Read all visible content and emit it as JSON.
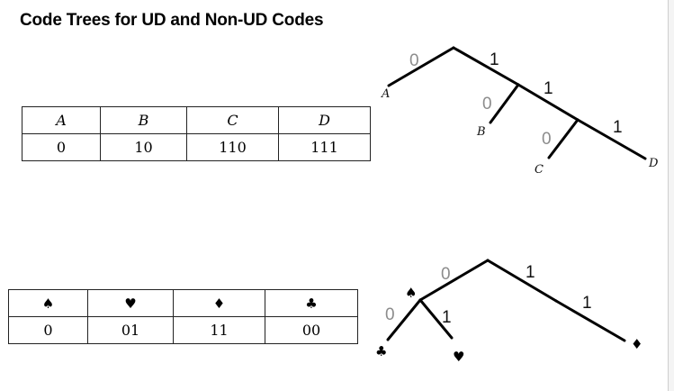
{
  "title": "Code Trees for UD and Non-UD Codes",
  "table_ud": {
    "headers": [
      "A",
      "B",
      "C",
      "D"
    ],
    "codes": [
      "0",
      "10",
      "110",
      "111"
    ]
  },
  "table_non_ud": {
    "headers": [
      "♠",
      "♥",
      "♦",
      "♣"
    ],
    "header_icons": [
      "spade-icon",
      "heart-icon",
      "diamond-icon",
      "club-icon"
    ],
    "codes": [
      "0",
      "01",
      "11",
      "00"
    ]
  },
  "tree_ud": {
    "edge_labels": {
      "root_left": "0",
      "root_right": "1",
      "n1_left": "0",
      "n1_right": "1",
      "n2_left": "0",
      "n2_right": "1"
    },
    "leaves": {
      "A": "A",
      "B": "B",
      "C": "C",
      "D": "D"
    }
  },
  "tree_non_ud": {
    "edge_labels": {
      "root_left": "0",
      "root_right": "1",
      "spade_left": "0",
      "spade_right": "1",
      "right_down": "1"
    },
    "leaves": {
      "spade": "♠",
      "club": "♣",
      "heart": "♥",
      "diamond": "♦"
    }
  },
  "colors": {
    "bit_zero": "#8c8c8c",
    "bit_one": "#111111",
    "lines": "#000000"
  }
}
